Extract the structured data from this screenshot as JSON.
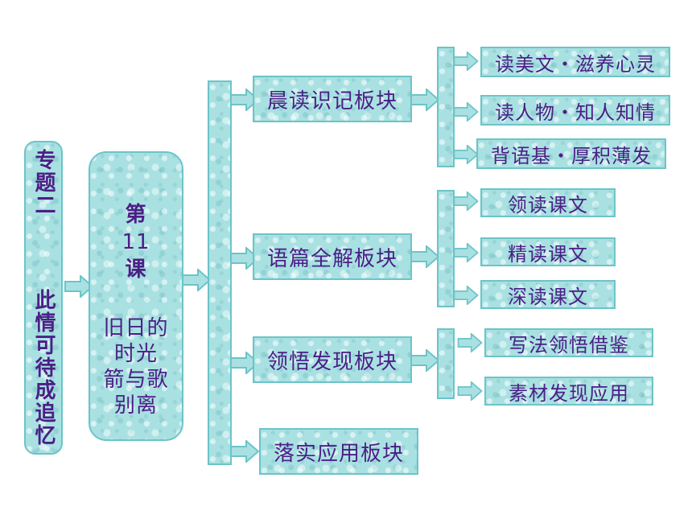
{
  "topic": {
    "prefix": "专题二",
    "title": "此情可待成追忆"
  },
  "lesson": {
    "line1": "第",
    "line2": "11",
    "line3": "课",
    "line4": "旧日的",
    "line5": "时光",
    "line6": "箭与歌",
    "line7": "别离"
  },
  "modules": [
    {
      "label": "晨读识记板块",
      "items": [
        "读美文・滋养心灵",
        "读人物・知人知情",
        "背语基・厚积薄发"
      ]
    },
    {
      "label": "语篇全解板块",
      "items": [
        "领读课文",
        "精读课文",
        "深读课文"
      ]
    },
    {
      "label": "领悟发现板块",
      "items": [
        "写法领悟借鉴",
        "素材发现应用"
      ]
    },
    {
      "label": "落实应用板块",
      "items": []
    }
  ],
  "colors": {
    "box_fill": "#a9e1e2",
    "box_border": "#6cc4c8",
    "text": "#4b1f86"
  }
}
